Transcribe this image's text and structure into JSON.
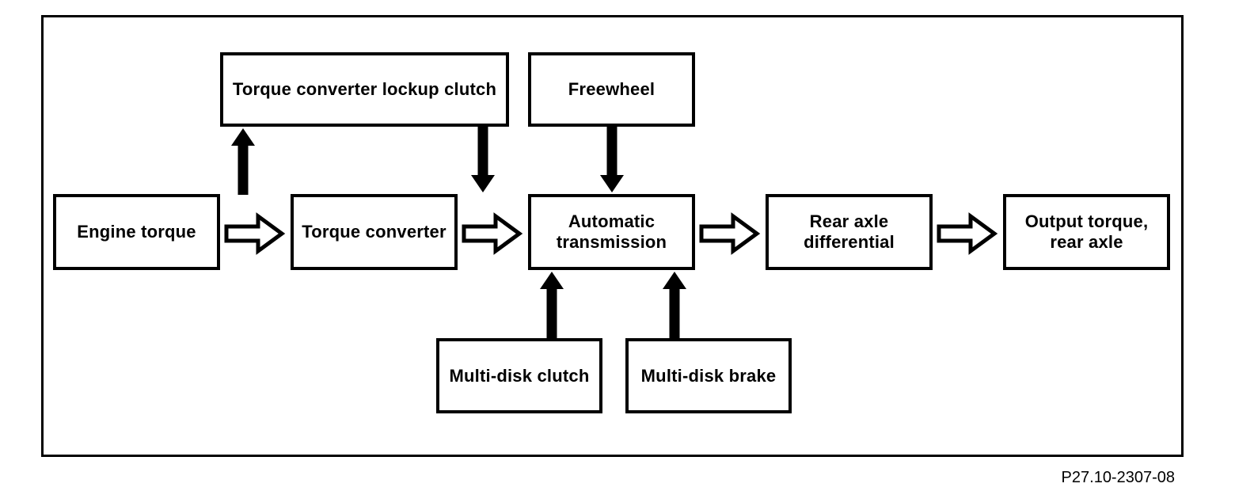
{
  "diagram": {
    "code_label": "P27.10-2307-08",
    "colors": {
      "background": "#ffffff",
      "line": "#000000"
    },
    "nodes": {
      "main_flow": [
        {
          "id": "engine-torque",
          "label": "Engine torque"
        },
        {
          "id": "torque-converter",
          "label": "Torque converter"
        },
        {
          "id": "automatic-transmission",
          "label": "Automatic\ntransmission"
        },
        {
          "id": "rear-axle-differential",
          "label": "Rear axle\ndifferential"
        },
        {
          "id": "output-torque-rear-axle",
          "label": "Output torque,\nrear axle"
        }
      ],
      "top": [
        {
          "id": "torque-converter-lockup-clutch",
          "label": "Torque converter lockup clutch"
        },
        {
          "id": "freewheel",
          "label": "Freewheel"
        }
      ],
      "bottom": [
        {
          "id": "multi-disk-clutch",
          "label": "Multi-disk clutch"
        },
        {
          "id": "multi-disk-brake",
          "label": "Multi-disk brake"
        }
      ]
    },
    "connections": [
      {
        "from": "engine-torque",
        "to": "torque-converter",
        "arrow": "open",
        "direction": "right"
      },
      {
        "from": "torque-converter",
        "to": "automatic-transmission",
        "arrow": "open",
        "direction": "right"
      },
      {
        "from": "automatic-transmission",
        "to": "rear-axle-differential",
        "arrow": "open",
        "direction": "right"
      },
      {
        "from": "rear-axle-differential",
        "to": "output-torque-rear-axle",
        "arrow": "open",
        "direction": "right"
      },
      {
        "from": "torque-converter",
        "to": "torque-converter-lockup-clutch",
        "arrow": "solid",
        "direction": "up"
      },
      {
        "from": "torque-converter-lockup-clutch",
        "to": "automatic-transmission",
        "arrow": "solid",
        "direction": "down"
      },
      {
        "from": "freewheel",
        "to": "automatic-transmission",
        "arrow": "solid",
        "direction": "down"
      },
      {
        "from": "multi-disk-clutch",
        "to": "automatic-transmission",
        "arrow": "solid",
        "direction": "up"
      },
      {
        "from": "multi-disk-brake",
        "to": "automatic-transmission",
        "arrow": "solid",
        "direction": "up"
      }
    ]
  }
}
